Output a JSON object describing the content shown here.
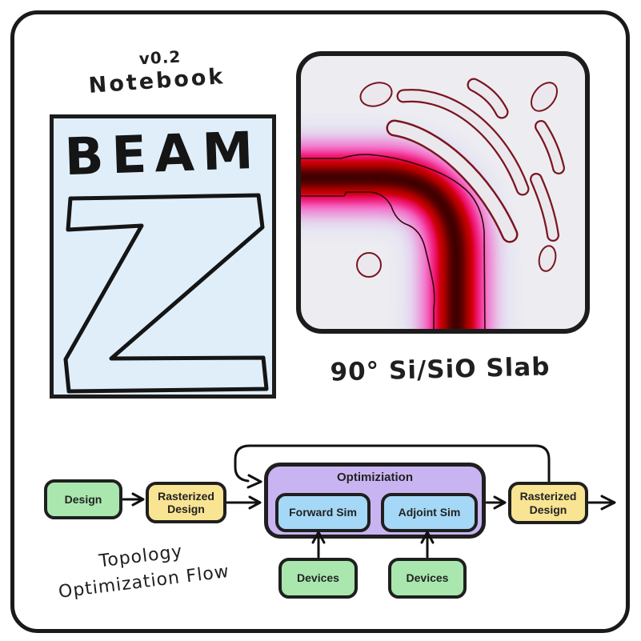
{
  "header": {
    "version": "v0.2",
    "subtitle": "Notebook"
  },
  "logo": {
    "title": "BEAM",
    "letter": "Z"
  },
  "simulation": {
    "caption": "90° Si/SiO Slab"
  },
  "flowchart": {
    "caption_line1": "Topology",
    "caption_line2": "Optimization Flow",
    "nodes": {
      "design": "Design",
      "rasterized_in": "Rasterized Design",
      "optimization": "Optimiziation",
      "forward_sim": "Forward Sim",
      "adjoint_sim": "Adjoint Sim",
      "rasterized_out": "Rasterized Design",
      "devices_left": "Devices",
      "devices_right": "Devices"
    }
  },
  "colors": {
    "ink": "#1a1a1a",
    "logo_bg": "#e0eef9",
    "node_green": "#a9e7ae",
    "node_yellow": "#f8e493",
    "node_purple": "#c9b4f2",
    "node_blue": "#a5d7f6",
    "field_bg": "#ededf1",
    "field_magenta": "#ff2db2",
    "field_red": "#cb0006",
    "field_dark": "#310404",
    "structure_outline": "#7a1520"
  }
}
